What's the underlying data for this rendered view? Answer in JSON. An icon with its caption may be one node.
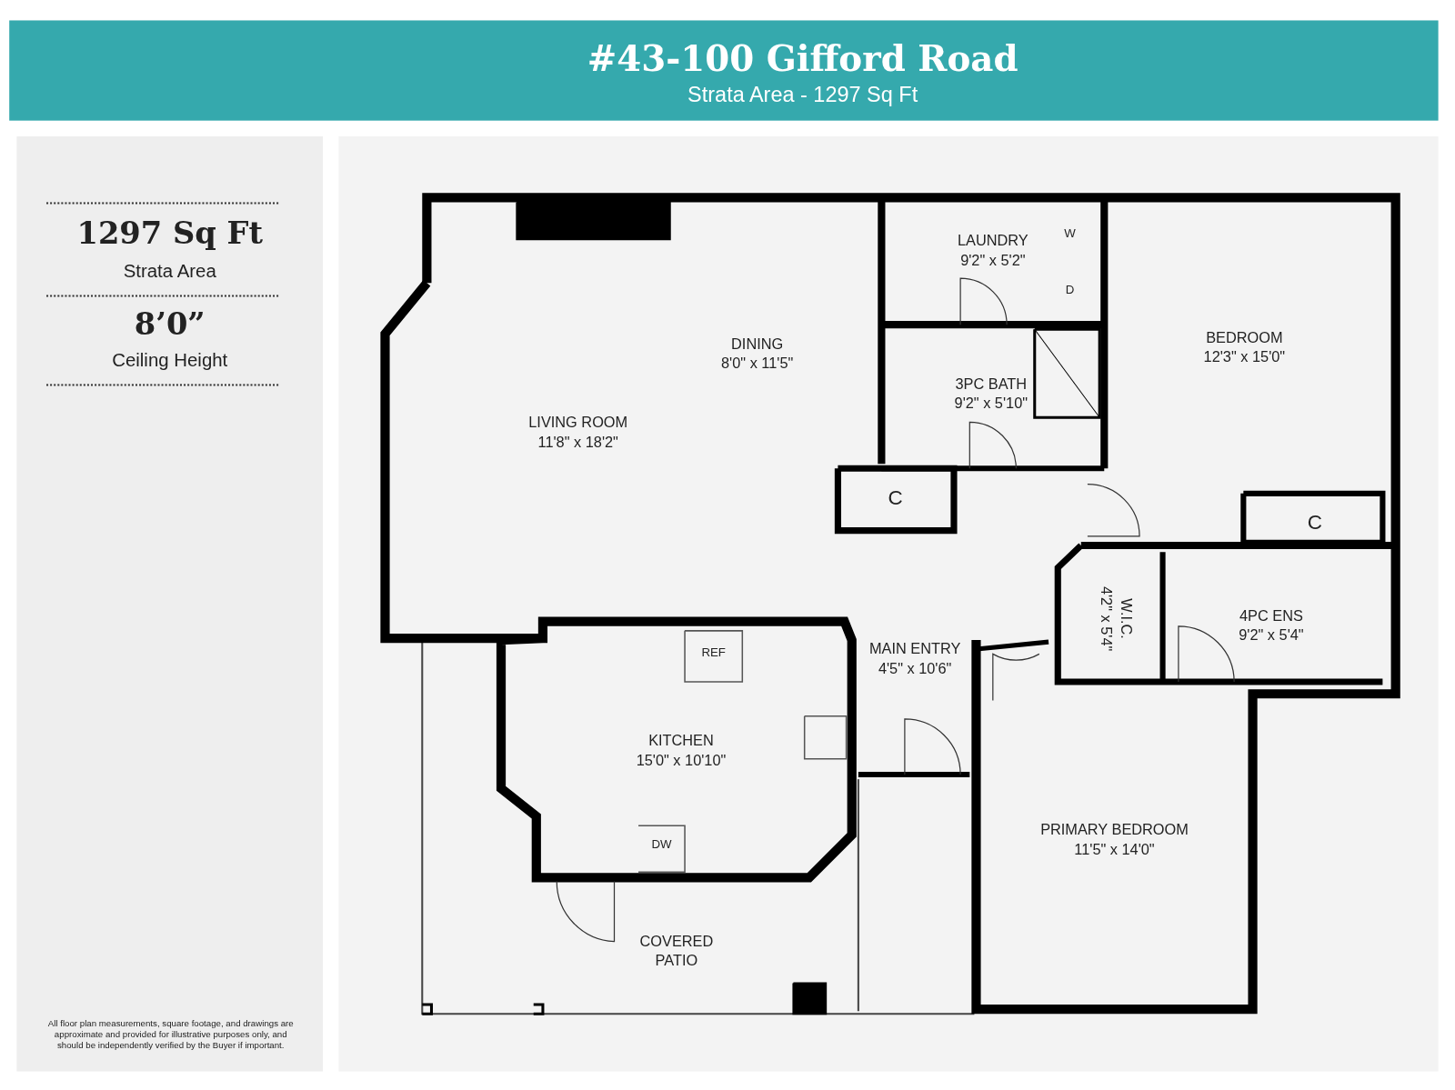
{
  "diagram": {
    "title": "#43-100 Gifford Road",
    "nodes": [
      {
        "text": [
          "LAUNDRY",
          "9'2\" x 5'2\""
        ]
      },
      {
        "text": [
          "DINING",
          "8'0\" x 11'5\""
        ]
      },
      {
        "text": [
          "BEDROOM",
          "12'3\" x 15'0\""
        ]
      },
      {
        "text": [
          "3PC BATH",
          "9'2\" x 5'10\""
        ]
      },
      {
        "text": [
          "LIVING ROOM",
          "11'8\" x 18'2\""
        ]
      },
      {
        "text": [
          "C"
        ]
      },
      {
        "text": [
          "C"
        ]
      },
      {
        "text": [
          "MAIN ENTRY",
          "4'5\" x 10'6\""
        ]
      },
      {
        "text": [
          "4PC ENS",
          "9'2\" x 5'4\""
        ]
      },
      {
        "text": [
          "W.I.C.",
          "4'2\" x 5'4\""
        ]
      },
      {
        "text": [
          "KITCHEN",
          "15'0\" x 10'10\""
        ]
      },
      {
        "text": [
          "PRIMARY BEDROOM",
          "11'5\" x 14'0\""
        ]
      },
      {
        "text": [
          "COVERED PATIO"
        ]
      }
    ],
    "labels": [
      "Strata Area - 1297 Sq Ft",
      "1297 Sq Ft",
      "Strata Area",
      "8’0”",
      "Ceiling Height",
      "W",
      "D",
      "REF",
      "DW",
      "All floor plan measurements, square footage, and drawings are approximate and provided for illustrative purposes only, and should be independently verified by the Buyer if important."
    ]
  }
}
